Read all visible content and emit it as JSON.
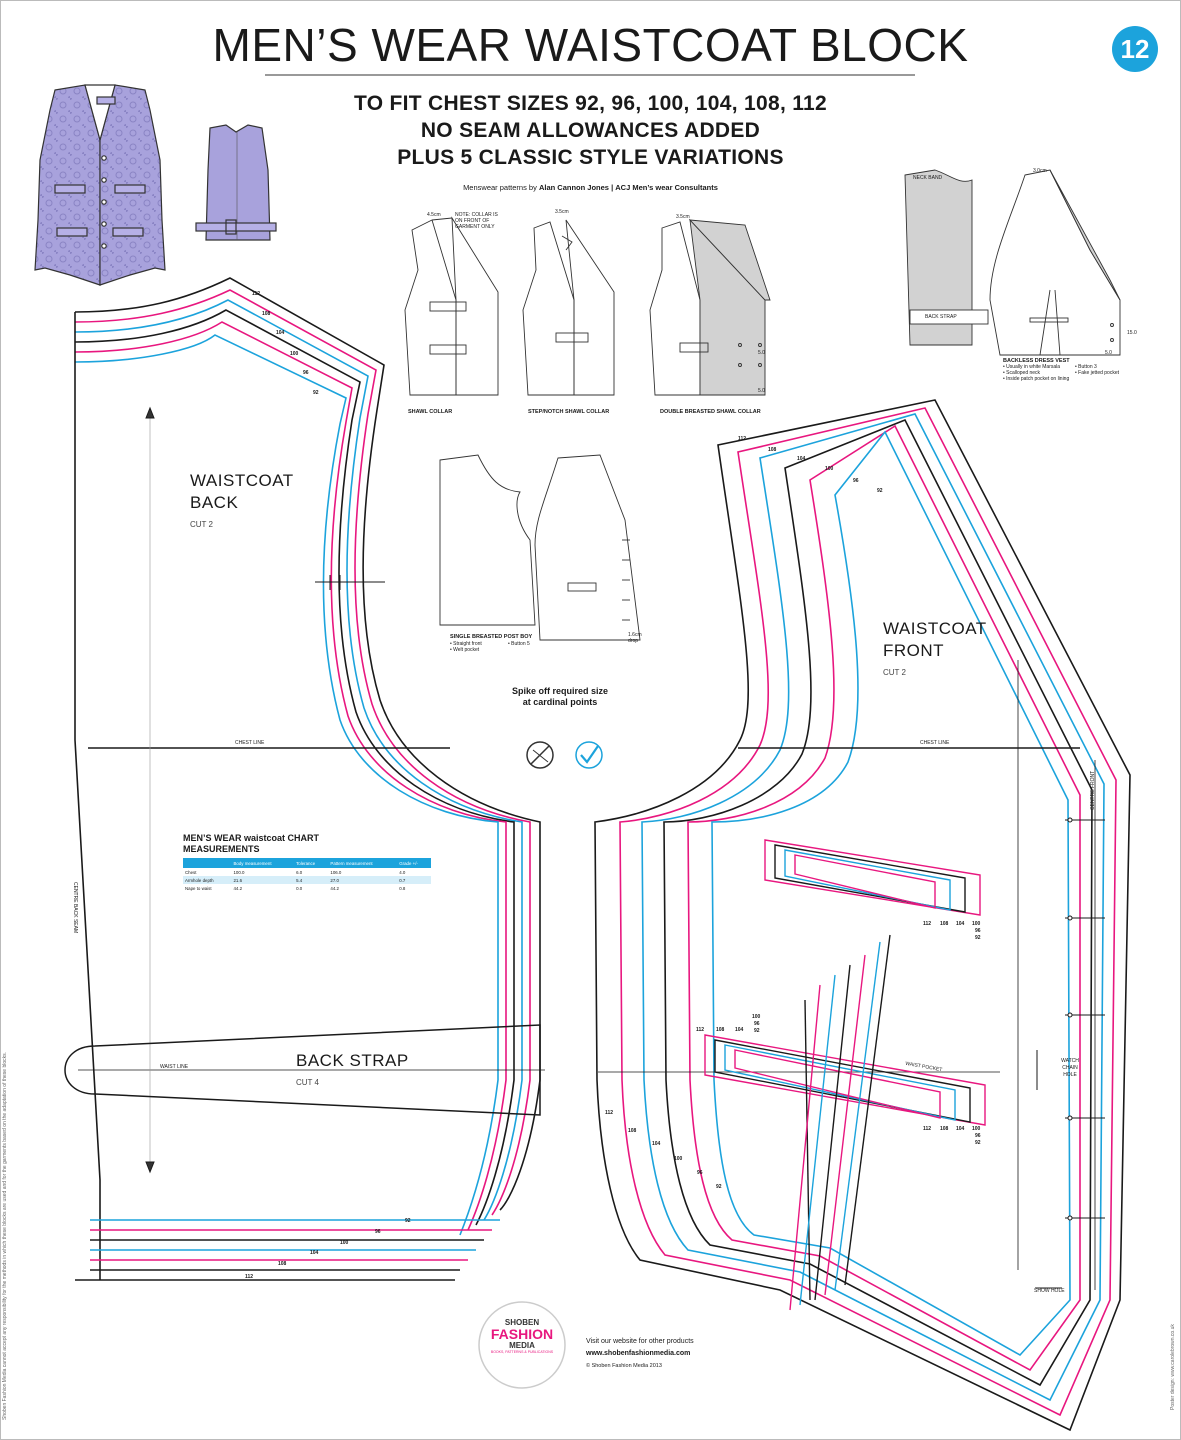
{
  "header": {
    "title": "MEN’S WEAR WAISTCOAT BLOCK",
    "page_number": "12",
    "subtitle_lines": [
      "TO FIT CHEST SIZES 92, 96, 100, 104, 108, 112",
      "NO SEAM ALLOWANCES ADDED",
      "PLUS 5 CLASSIC STYLE VARIATIONS"
    ],
    "credit_prefix": "Menswear patterns by",
    "credit_author": "Alan Cannon Jones",
    "credit_sep": "|",
    "credit_company": "ACJ Men’s wear Consultants"
  },
  "colors": {
    "pink": "#e8177f",
    "blue": "#1ca3dc",
    "black": "#1a1a1a",
    "vest_purple": "#a8a2dc",
    "grey_fill": "#d2d2d2"
  },
  "pieces": {
    "back": {
      "name_line1": "WAISTCOAT",
      "name_line2": "BACK",
      "cut": "CUT 2",
      "centre_seam": "CENTRE BACK SEAM"
    },
    "front": {
      "name_line1": "WAISTCOAT",
      "name_line2": "FRONT",
      "cut": "CUT 2",
      "centre_front": "CENTRE FRONT",
      "watch_chain": "WATCH CHAIN HOLE",
      "show_hole": "SHOW HOLE"
    },
    "strap": {
      "name": "BACK STRAP",
      "cut": "CUT 4"
    },
    "pocket_label": "WAIST POCKET",
    "chest_line": "CHEST LINE",
    "waist_line": "WAIST LINE"
  },
  "sizes": [
    "112",
    "108",
    "104",
    "100",
    "96",
    "92"
  ],
  "dims": {
    "shawl_note": "NOTE: COLLAR IS ON FRONT OF GARMENT ONLY",
    "d45": "4.5cm",
    "d35a": "3.5cm",
    "d35b": "3.5cm",
    "d30": "3.0cm",
    "d50a": "5.0",
    "d50b": "5.0",
    "d50c": "5.0",
    "d150": "15.0",
    "d16": "1.6cm drop",
    "neck_band": "NECK BAND",
    "back_strap": "BACK STRAP"
  },
  "variations": [
    {
      "caption": "SHAWL COLLAR"
    },
    {
      "caption": "STEP/NOTCH SHAWL COLLAR"
    },
    {
      "caption": "DOUBLE BREASTED SHAWL COLLAR"
    },
    {
      "caption": "SINGLE BREASTED POST BOY",
      "notes": [
        "• Straight front",
        "• Welt pocket",
        "• Button 5"
      ]
    },
    {
      "caption": "BACKLESS DRESS VEST",
      "notes": [
        "• Usually in white Marsala",
        "• Scalloped neck",
        "• Inside patch pocket on lining",
        "• Button 3",
        "• Fake jetted pocket"
      ]
    }
  ],
  "spike_note": "Spike off required size at cardinal points",
  "chart": {
    "title_line1": "MEN’S WEAR waistcoat CHART",
    "title_line2": "MEASUREMENTS",
    "columns": [
      "",
      "Body measurement",
      "Tolerance",
      "Pattern measurement",
      "Grade +/-"
    ],
    "rows": [
      [
        "Chest",
        "100.0",
        "6.0",
        "106.0",
        "4.0"
      ],
      [
        "Armhole depth",
        "21.6",
        "5.4",
        "27.0",
        "0.7"
      ],
      [
        "Nape to waist",
        "44.2",
        "0.0",
        "44.2",
        "0.8"
      ]
    ]
  },
  "footer": {
    "logo_top": "SHOBEN",
    "logo_mid": "FASHION",
    "logo_bot": "MEDIA",
    "logo_arc": "BOOKS, PATTERNS & PUBLICATIONS",
    "visit": "Visit our website for other products",
    "url": "www.shobenfashionmedia.com",
    "copyright": "© Shoben Fashion Media 2013",
    "disclaimer": "Shoben Fashion Media cannot accept any responsibility for the methods in which these blocks are used and for the garments based on the adaptation of these blocks.",
    "poster_design": "Poster design: www.carolebrown.co.uk"
  }
}
